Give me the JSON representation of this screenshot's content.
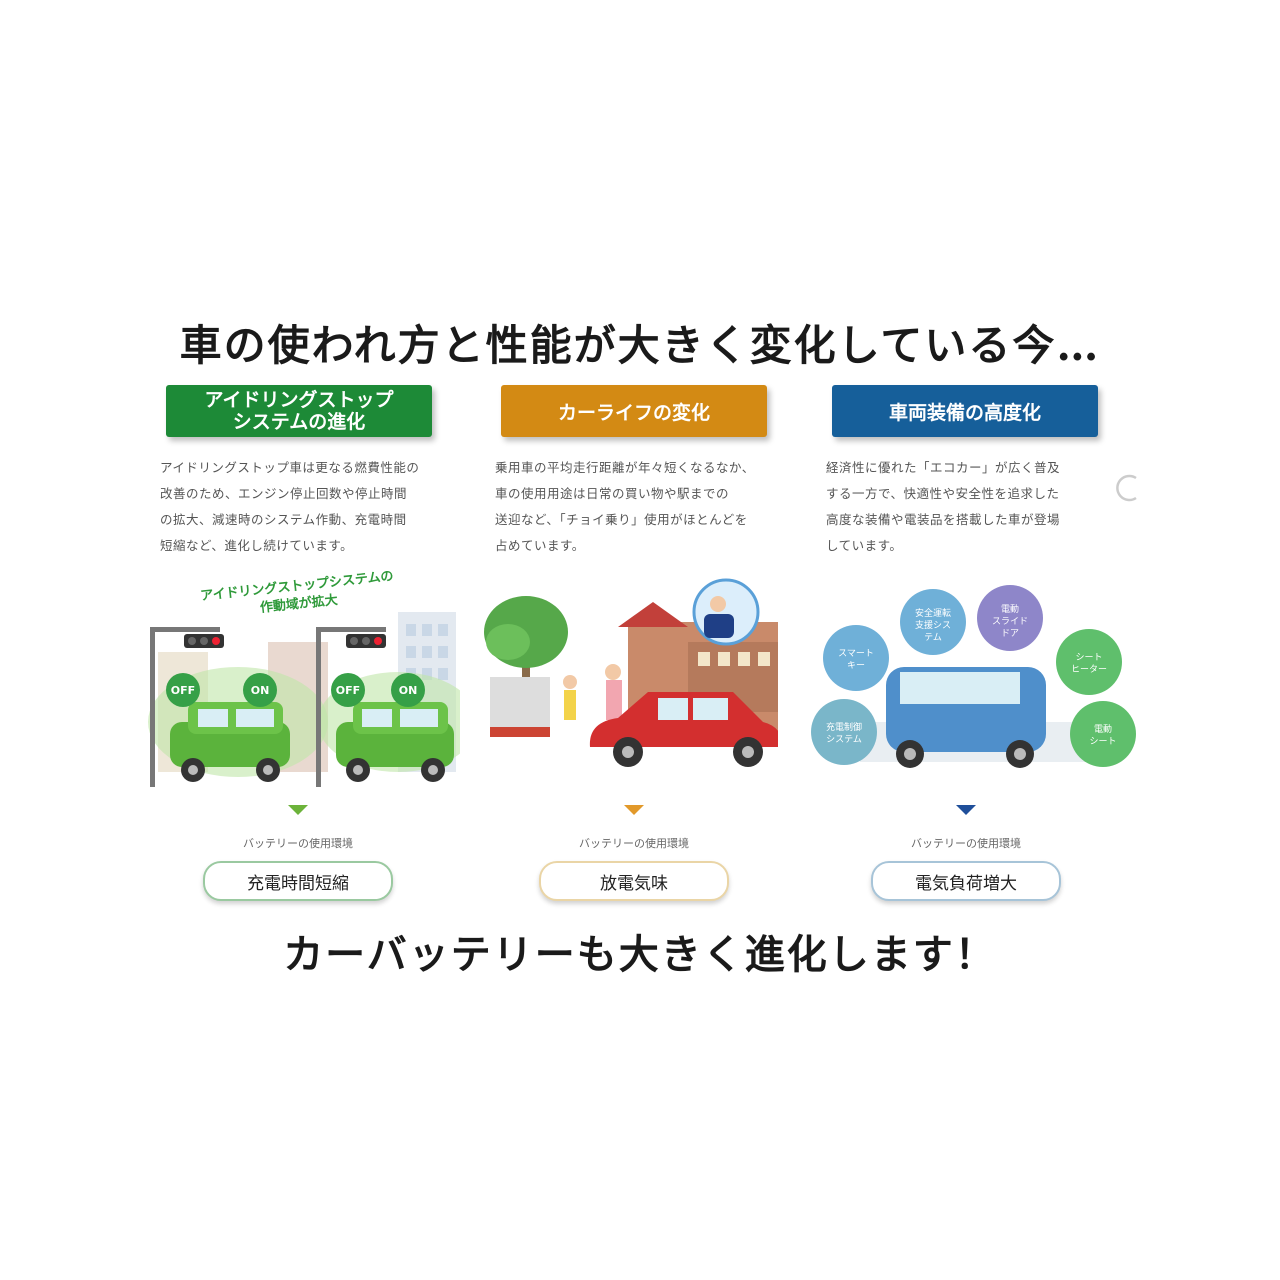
{
  "headline_top": "車の使われ方と性能が大きく変化している今…",
  "headline_bottom": "カーバッテリーも大きく進化します！",
  "columns": [
    {
      "label": "アイドリングストップ\nシステムの進化",
      "color": "#1d8a37",
      "description": "アイドリングストップ車は更なる燃費性能の\n改善のため、エンジン停止回数や停止時間\nの拡大、減速時のシステム作動、充電時間\n短縮など、進化し続けています。",
      "scene": {
        "banner": "アイドリングストップシステムの\n作動域が拡大",
        "signals": [
          "OFF",
          "ON",
          "OFF",
          "ON"
        ]
      },
      "env_label": "バッテリーの使用環境",
      "env_value": "充電時間短縮"
    },
    {
      "label": "カーライフの変化",
      "color": "#d38a14",
      "description": "乗用車の平均走行距離が年々短くなるなか、\n車の使用用途は日常の買い物や駅までの\n送迎など、「チョイ乗り」使用がほとんどを\n占めています。",
      "env_label": "バッテリーの使用環境",
      "env_value": "放電気味"
    },
    {
      "label": "車両装備の高度化",
      "color": "#165f9a",
      "description": "経済性に優れた「エコカー」が広く普及\nする一方で、快適性や安全性を追求した\n高度な装備や電装品を搭載した車が登場\nしています。",
      "scene": {
        "bubbles": [
          "安全運転\n支援シス\nテム",
          "電動\nスライド\nドア",
          "スマート\nキー",
          "シート\nヒーター",
          "充電制御\nシステム",
          "電動\nシート"
        ]
      },
      "env_label": "バッテリーの使用環境",
      "env_value": "電気負荷増大"
    }
  ]
}
